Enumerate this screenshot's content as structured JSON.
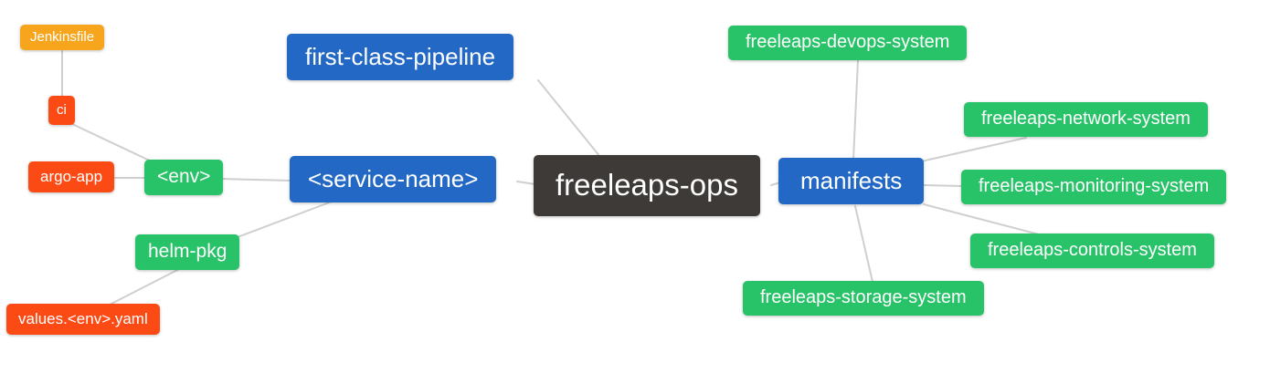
{
  "diagram": {
    "type": "mindmap",
    "background": "#FFFFFF",
    "edge_color": "#CFCFCF",
    "text_color": "#FFFFFF",
    "palette": {
      "root_dark": "#3D3A37",
      "branch_blue": "#2268C4",
      "leaf_green": "#28C268",
      "leaf_red": "#FB4A14",
      "leaf_amber": "#F7A51D"
    },
    "nodes": {
      "freeleaps_ops": {
        "label": "freeleaps-ops",
        "color": "#3D3A37"
      },
      "first_class_pipeline": {
        "label": "first-class-pipeline",
        "color": "#2268C4"
      },
      "service_name": {
        "label": "<service-name>",
        "color": "#2268C4"
      },
      "manifests": {
        "label": "manifests",
        "color": "#2268C4"
      },
      "env": {
        "label": "<env>",
        "color": "#28C268"
      },
      "helm_pkg": {
        "label": "helm-pkg",
        "color": "#28C268"
      },
      "jenkinsfile": {
        "label": "Jenkinsfile",
        "color": "#F7A51D"
      },
      "ci": {
        "label": "ci",
        "color": "#FB4A14"
      },
      "argo_app": {
        "label": "argo-app",
        "color": "#FB4A14"
      },
      "values_env_yaml": {
        "label": "values.<env>.yaml",
        "color": "#FB4A14"
      },
      "devops_system": {
        "label": "freeleaps-devops-system",
        "color": "#28C268"
      },
      "network_system": {
        "label": "freeleaps-network-system",
        "color": "#28C268"
      },
      "monitoring_system": {
        "label": "freeleaps-monitoring-system",
        "color": "#28C268"
      },
      "controls_system": {
        "label": "freeleaps-controls-system",
        "color": "#28C268"
      },
      "storage_system": {
        "label": "freeleaps-storage-system",
        "color": "#28C268"
      }
    },
    "edges": [
      {
        "from": "Jenkinsfile",
        "to": "ci"
      },
      {
        "from": "ci",
        "to": "<env>"
      },
      {
        "from": "argo-app",
        "to": "<env>"
      },
      {
        "from": "<env>",
        "to": "<service-name>"
      },
      {
        "from": "helm-pkg",
        "to": "<service-name>"
      },
      {
        "from": "values.<env>.yaml",
        "to": "helm-pkg"
      },
      {
        "from": "first-class-pipeline",
        "to": "freeleaps-ops"
      },
      {
        "from": "<service-name>",
        "to": "freeleaps-ops"
      },
      {
        "from": "freeleaps-ops",
        "to": "manifests"
      },
      {
        "from": "manifests",
        "to": "freeleaps-devops-system"
      },
      {
        "from": "manifests",
        "to": "freeleaps-network-system"
      },
      {
        "from": "manifests",
        "to": "freeleaps-monitoring-system"
      },
      {
        "from": "manifests",
        "to": "freeleaps-controls-system"
      },
      {
        "from": "manifests",
        "to": "freeleaps-storage-system"
      }
    ]
  }
}
